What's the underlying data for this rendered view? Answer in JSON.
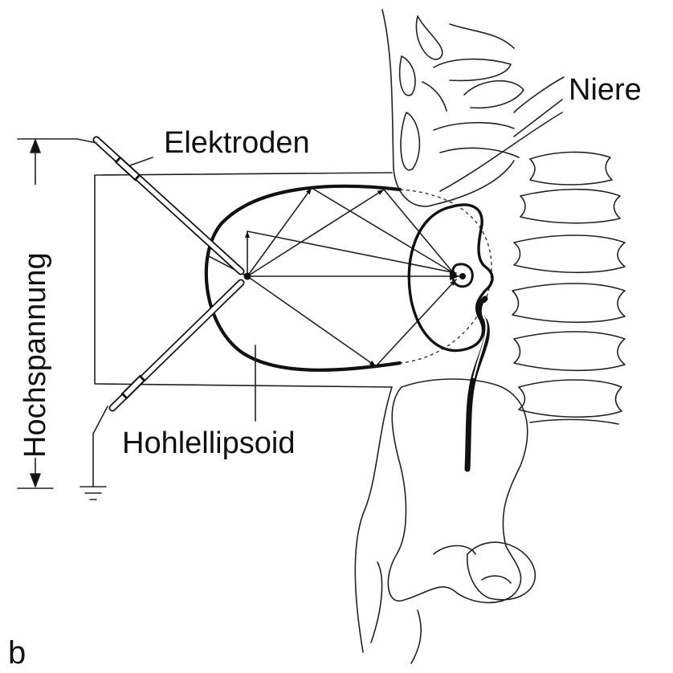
{
  "figure": {
    "panel_letter": "b",
    "labels": {
      "electrodes": "Elektroden",
      "kidney": "Niere",
      "high_voltage": "Hochspannung",
      "ellipsoid": "Hohlellipsoid"
    }
  }
}
